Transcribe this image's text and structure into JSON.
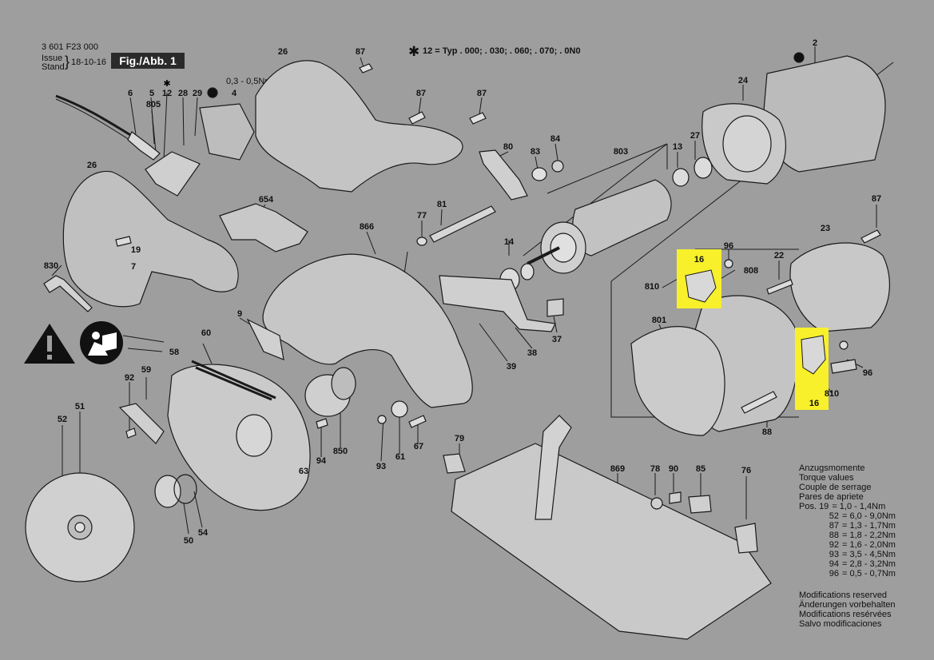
{
  "header": {
    "doc_number": "3 601 F23 000",
    "issue_label_1": "Issue",
    "issue_label_2": "Stand",
    "issue_date": "18-10-16",
    "figure_label": "Fig./Abb. 1",
    "typ_note_star": "✱",
    "typ_note": "12 = Typ . 000; . 030; . 060; . 070; . 0N0",
    "torque_gap": "0,3 - 0,5Nm"
  },
  "callouts": [
    {
      "id": "c-87a",
      "text": "87"
    },
    {
      "id": "c-26a",
      "text": "26"
    },
    {
      "id": "c-2",
      "text": "2"
    },
    {
      "id": "c-24",
      "text": "24"
    },
    {
      "id": "c-6",
      "text": "6"
    },
    {
      "id": "c-5",
      "text": "5"
    },
    {
      "id": "c-12",
      "text": "12"
    },
    {
      "id": "c-28",
      "text": "28"
    },
    {
      "id": "c-29",
      "text": "29"
    },
    {
      "id": "c-4",
      "text": "4"
    },
    {
      "id": "c-805",
      "text": "805"
    },
    {
      "id": "c-87b",
      "text": "87"
    },
    {
      "id": "c-87c",
      "text": "87"
    },
    {
      "id": "c-80",
      "text": "80"
    },
    {
      "id": "c-83",
      "text": "83"
    },
    {
      "id": "c-84",
      "text": "84"
    },
    {
      "id": "c-803",
      "text": "803"
    },
    {
      "id": "c-13",
      "text": "13"
    },
    {
      "id": "c-27",
      "text": "27"
    },
    {
      "id": "c-26b",
      "text": "26"
    },
    {
      "id": "c-654",
      "text": "654"
    },
    {
      "id": "c-77",
      "text": "77"
    },
    {
      "id": "c-81",
      "text": "81"
    },
    {
      "id": "c-87d",
      "text": "87"
    },
    {
      "id": "c-866",
      "text": "866"
    },
    {
      "id": "c-23",
      "text": "23"
    },
    {
      "id": "c-19",
      "text": "19"
    },
    {
      "id": "c-14",
      "text": "14"
    },
    {
      "id": "c-96a",
      "text": "96"
    },
    {
      "id": "c-22",
      "text": "22"
    },
    {
      "id": "c-830",
      "text": "830"
    },
    {
      "id": "c-7",
      "text": "7"
    },
    {
      "id": "c-810a",
      "text": "810"
    },
    {
      "id": "c-808",
      "text": "808"
    },
    {
      "id": "c-9",
      "text": "9"
    },
    {
      "id": "c-801",
      "text": "801"
    },
    {
      "id": "c-37",
      "text": "37"
    },
    {
      "id": "c-60",
      "text": "60"
    },
    {
      "id": "c-58",
      "text": "58"
    },
    {
      "id": "c-38",
      "text": "38"
    },
    {
      "id": "c-39",
      "text": "39"
    },
    {
      "id": "c-96b",
      "text": "96"
    },
    {
      "id": "c-810b",
      "text": "810"
    },
    {
      "id": "c-92",
      "text": "92"
    },
    {
      "id": "c-59",
      "text": "59"
    },
    {
      "id": "c-52",
      "text": "52"
    },
    {
      "id": "c-51",
      "text": "51"
    },
    {
      "id": "c-88",
      "text": "88"
    },
    {
      "id": "c-63",
      "text": "63"
    },
    {
      "id": "c-94",
      "text": "94"
    },
    {
      "id": "c-850",
      "text": "850"
    },
    {
      "id": "c-93",
      "text": "93"
    },
    {
      "id": "c-61",
      "text": "61"
    },
    {
      "id": "c-67",
      "text": "67"
    },
    {
      "id": "c-79",
      "text": "79"
    },
    {
      "id": "c-869",
      "text": "869"
    },
    {
      "id": "c-78",
      "text": "78"
    },
    {
      "id": "c-90",
      "text": "90"
    },
    {
      "id": "c-85",
      "text": "85"
    },
    {
      "id": "c-76",
      "text": "76"
    },
    {
      "id": "c-50",
      "text": "50"
    },
    {
      "id": "c-54",
      "text": "54"
    }
  ],
  "highlights": [
    {
      "id": "hl-16a",
      "text": "16"
    },
    {
      "id": "hl-16b",
      "text": "16"
    }
  ],
  "torque_table": {
    "title_lines": [
      "Anzugsmomente",
      "Torque values",
      "Couple de serrage",
      "Pares de apriete"
    ],
    "rows": [
      {
        "pos": "Pos. 19",
        "value": "= 1,0 - 1,4Nm"
      },
      {
        "pos": "52",
        "value": "= 6,0 - 9,0Nm"
      },
      {
        "pos": "87",
        "value": "= 1,3 - 1,7Nm"
      },
      {
        "pos": "88",
        "value": "= 1,8 - 2,2Nm"
      },
      {
        "pos": "92",
        "value": "= 1,6 - 2,0Nm"
      },
      {
        "pos": "93",
        "value": "= 3,5 - 4,5Nm"
      },
      {
        "pos": "94",
        "value": "= 2,8 - 3,2Nm"
      },
      {
        "pos": "96",
        "value": "= 0,5 - 0,7Nm"
      }
    ]
  },
  "modifications": [
    "Modifications reserved",
    "Änderungen vorbehalten",
    "Modifications resérvées",
    "Salvo modificaciones"
  ],
  "icons": {
    "warning": "warning-triangle-icon",
    "manual": "read-manual-icon",
    "exclusion": "not-available-icon"
  },
  "colors": {
    "background": "#9e9e9e",
    "highlight": "#f7f02a",
    "label_fill": "#2a2a2a"
  }
}
